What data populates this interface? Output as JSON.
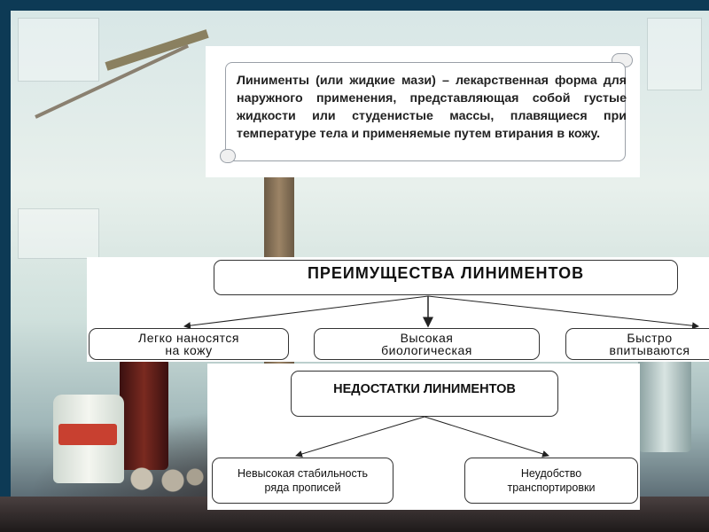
{
  "definition": {
    "text": "Линименты (или жидкие мази) – лекарственная форма для наружного применения, представляющая собой густые жидкости или студенистые массы, плавящиеся при температуре тела и применяемые путем втирания в кожу."
  },
  "advantages": {
    "title": "ПРЕИМУЩЕСТВА ЛИНИМЕНТОВ",
    "items": [
      {
        "line1": "Легко наносятся",
        "line2": "на кожу"
      },
      {
        "line1": "Высокая",
        "line2": "биологическая"
      },
      {
        "line1": "Быстро",
        "line2": "впитываются"
      }
    ]
  },
  "disadvantages": {
    "title": "НЕДОСТАТКИ ЛИНИМЕНТОВ",
    "items": [
      {
        "line1": "Невысокая стабильность",
        "line2": "ряда прописей"
      },
      {
        "line1": "Неудобство",
        "line2": "транспортировки"
      }
    ]
  },
  "colors": {
    "slide_frame": "#0d3a55",
    "box_border": "#333333",
    "scroll_border": "#9aa0a8"
  }
}
